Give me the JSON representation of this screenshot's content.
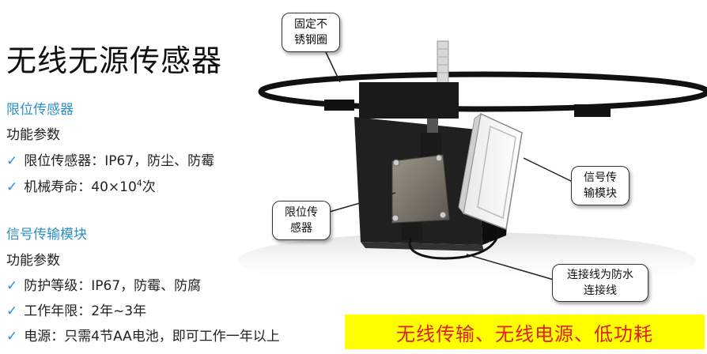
{
  "title": "无线无源传感器",
  "sections": [
    {
      "heading": "限位传感器",
      "subheading": "功能参数",
      "bullets": [
        {
          "label": "限位传感器：",
          "value": "IP67，防尘、防霉"
        },
        {
          "label": "机械寿命：",
          "value_pre": "40×10",
          "value_sup": "4",
          "value_post": "次"
        }
      ]
    },
    {
      "heading": "信号传输模块",
      "subheading": "功能参数",
      "bullets": [
        {
          "label": "防护等级：",
          "value": "IP67，防霉、防腐"
        },
        {
          "label": "工作年限：",
          "value": "2年~3年"
        },
        {
          "label": "电源：",
          "value": "只需4节AA电池，即可工作一年以上"
        }
      ]
    }
  ],
  "callouts": {
    "ring": [
      "固定不",
      "锈钢圈"
    ],
    "limit_sensor": [
      "限位传",
      "感器"
    ],
    "signal_module": [
      "信号传",
      "输模块"
    ],
    "cable": [
      "连接线为防水",
      "连接线"
    ]
  },
  "banner": "无线传输、无线电源、低功耗",
  "colors": {
    "accent": "#2b8fc8",
    "banner_bg": "#ffff00",
    "banner_text": "#e02020"
  },
  "icons": [
    "check-icon"
  ]
}
